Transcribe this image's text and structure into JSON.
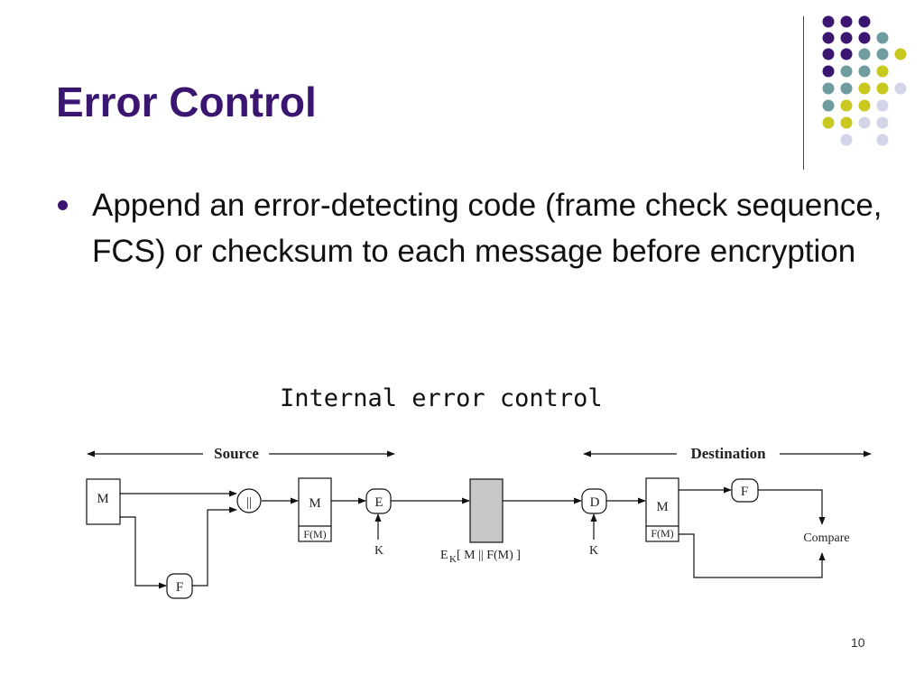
{
  "slide": {
    "title": "Error Control",
    "bullet": "Append an error-detecting code (frame check sequence, FCS) or checksum to each message before encryption",
    "caption": "Internal error control",
    "page_number": "10"
  },
  "diagram": {
    "source_label": "Source",
    "destination_label": "Destination",
    "m_label": "M",
    "f_label": "F",
    "concat_label": "||",
    "fm_label": "F(M)",
    "e_label": "E",
    "d_label": "D",
    "k_label": "K",
    "ek_prefix": "E",
    "ek_sub": "K",
    "ek_rest": "[ M || F(M) ]",
    "compare_label": "Compare"
  },
  "colors": {
    "title": "#3b1670",
    "dot_purple": "#3b1670",
    "dot_teal": "#6f9c9e",
    "dot_yellow": "#c8c81e",
    "dot_lavender": "#d4d4e8",
    "channel_fill": "#c8c8c8"
  }
}
